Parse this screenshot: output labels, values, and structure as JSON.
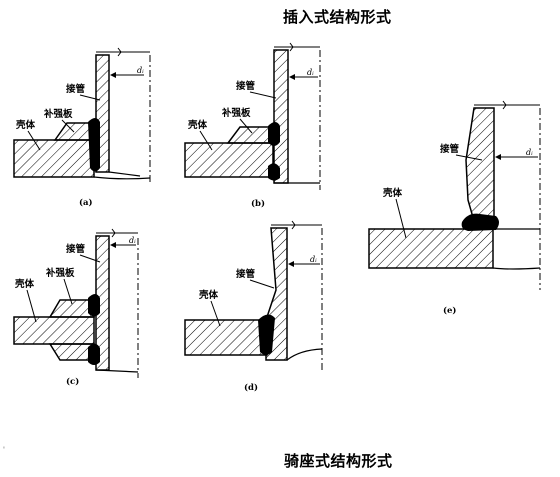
{
  "titles": {
    "top": "插入式结构形式",
    "bottom": "骑座式结构形式"
  },
  "labels": {
    "nozzle": "接管",
    "shell": "壳体",
    "pad": "补强板",
    "dia": "dᵢ"
  },
  "captions": {
    "a": "(a)",
    "b": "(b)",
    "c": "(c)",
    "d": "(d)",
    "e": "(e)"
  },
  "stray_mark": "'"
}
